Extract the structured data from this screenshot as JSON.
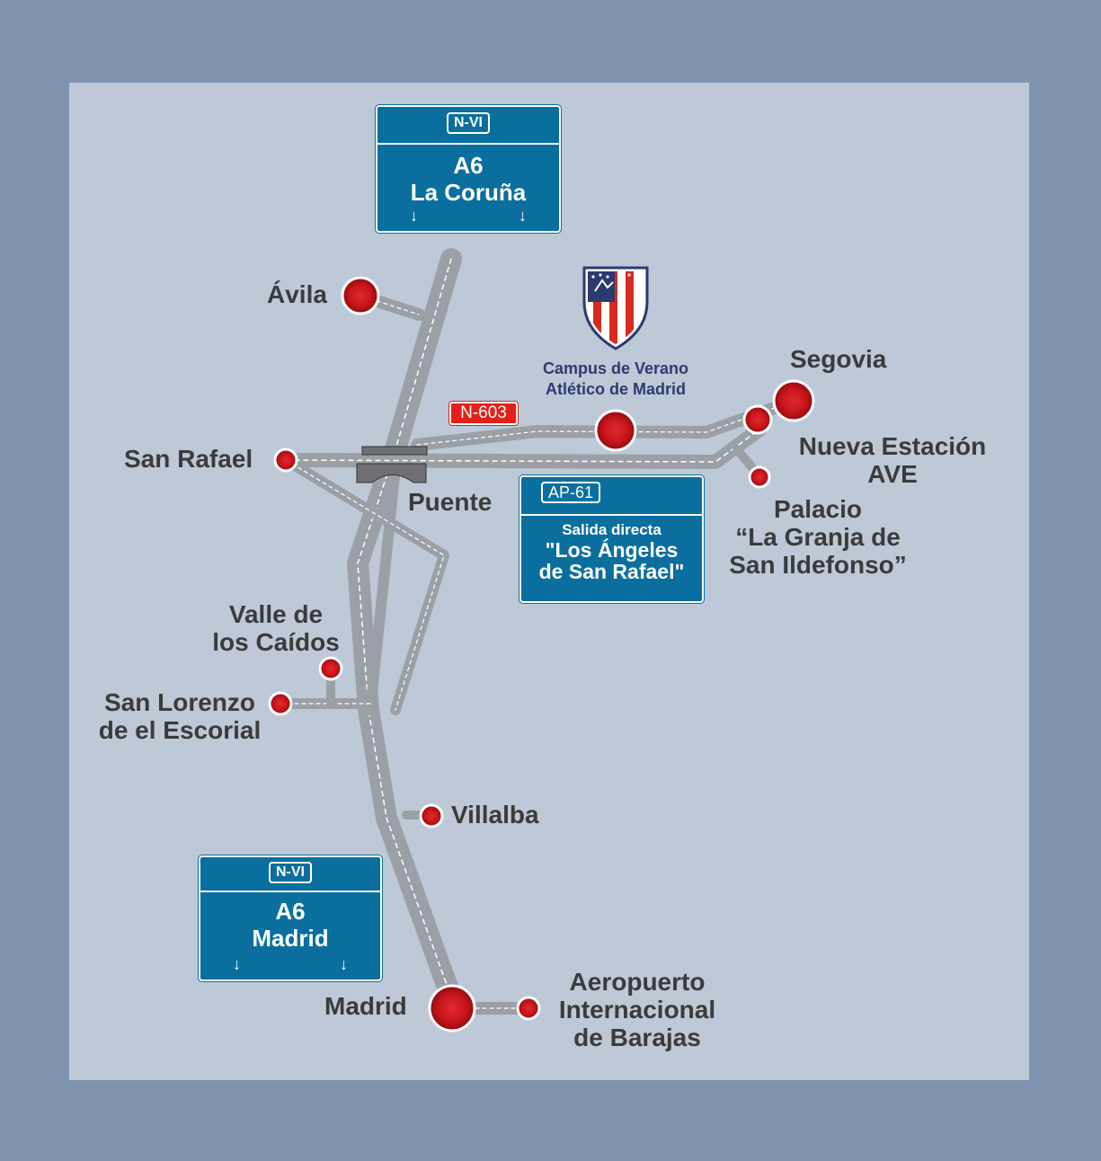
{
  "colors": {
    "frame": "#7e93ae",
    "panel": "#bdc9d7",
    "road": "#9aa0a6",
    "road_edge": "#ffffff",
    "sign_blue": "#0a6f9e",
    "n603_red": "#e32119",
    "marker_red": "#c8141b",
    "label_text": "#3b3b3b",
    "campus_text": "#2c3b6e"
  },
  "signs": {
    "north": {
      "badge": "N-VI",
      "line1": "A6",
      "line2": "La Coruña",
      "arrow_icon": "down-arrow-icon"
    },
    "south": {
      "badge": "N-VI",
      "line1": "A6",
      "line2": "Madrid",
      "arrow_icon": "down-arrow-icon"
    },
    "ap61": {
      "badge": "AP-61",
      "line1": "Salida directa",
      "line2": "\"Los Ángeles",
      "line3": "de San Rafael\"",
      "logo_icon": "los-angeles-de-san-rafael-logo-icon"
    }
  },
  "road_badge_n603": "N-603",
  "campus": {
    "line1": "Campus de Verano",
    "line2": "Atlético de Madrid",
    "crest_icon": "atletico-de-madrid-crest-icon"
  },
  "places": {
    "avila": "Ávila",
    "segovia": "Segovia",
    "san_rafael": "San Rafael",
    "puente": "Puente",
    "nueva_estacion": {
      "line1": "Nueva Estación",
      "line2": "AVE"
    },
    "palacio": {
      "line1": "Palacio",
      "line2": "“La Granja de",
      "line3": "San Ildefonso”"
    },
    "valle": {
      "line1": "Valle de",
      "line2": "los Caídos"
    },
    "san_lorenzo": {
      "line1": "San Lorenzo",
      "line2": "de el Escorial"
    },
    "villalba": "Villalba",
    "madrid": "Madrid",
    "aeropuerto": {
      "line1": "Aeropuerto",
      "line2": "Internacional",
      "line3": "de Barajas"
    }
  }
}
